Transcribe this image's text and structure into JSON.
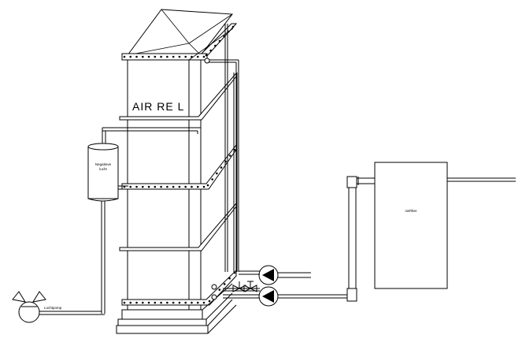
{
  "tank": {
    "label": "AIR RE L"
  },
  "separator": {
    "label_line1": "Negatieve",
    "label_line2": "lucht"
  },
  "air_pump": {
    "label": "Luchtpomp"
  },
  "filter": {
    "label": "naFilter"
  }
}
